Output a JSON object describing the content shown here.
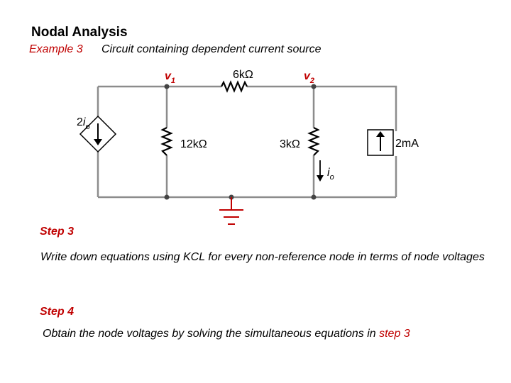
{
  "title": "Nodal Analysis",
  "example": {
    "label": "Example 3",
    "description": "Circuit containing dependent current source"
  },
  "circuit": {
    "node_v1": {
      "letter": "v",
      "sub": "1"
    },
    "node_v2": {
      "letter": "v",
      "sub": "2"
    },
    "r_series": "6kΩ",
    "r_left": "12kΩ",
    "r_right": "3kΩ",
    "dep_source": {
      "coef": "2",
      "var": "i",
      "sub": "o"
    },
    "current_source": "2mA",
    "io_label": {
      "var": "i",
      "sub": "o"
    },
    "colors": {
      "wire": "#8c8c8c",
      "node_label": "#c00000",
      "ground": "#c00000",
      "symbol": "#000000"
    }
  },
  "step3": {
    "label": "Step 3",
    "text": "Write down equations using KCL for every non-reference node in terms of node voltages"
  },
  "step4": {
    "label": "Step 4",
    "text_prefix": "Obtain the node voltages by solving the simultaneous equations in ",
    "text_ref": "step 3"
  }
}
